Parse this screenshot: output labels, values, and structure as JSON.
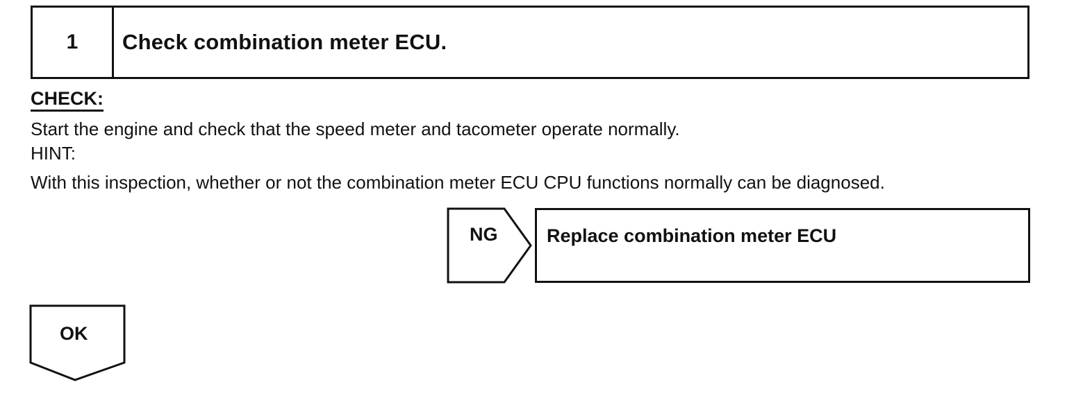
{
  "step": {
    "number": "1",
    "title": "Check combination meter ECU."
  },
  "check": {
    "label": "CHECK:",
    "instruction": "Start the engine and check that the speed meter and tacometer operate normally.",
    "hint_label": "HINT:",
    "hint_text": "With this inspection, whether or not the combination meter ECU CPU functions normally can be diagnosed."
  },
  "ng_branch": {
    "label": "NG",
    "action": "Replace combination meter ECU"
  },
  "ok_branch": {
    "label": "OK"
  }
}
